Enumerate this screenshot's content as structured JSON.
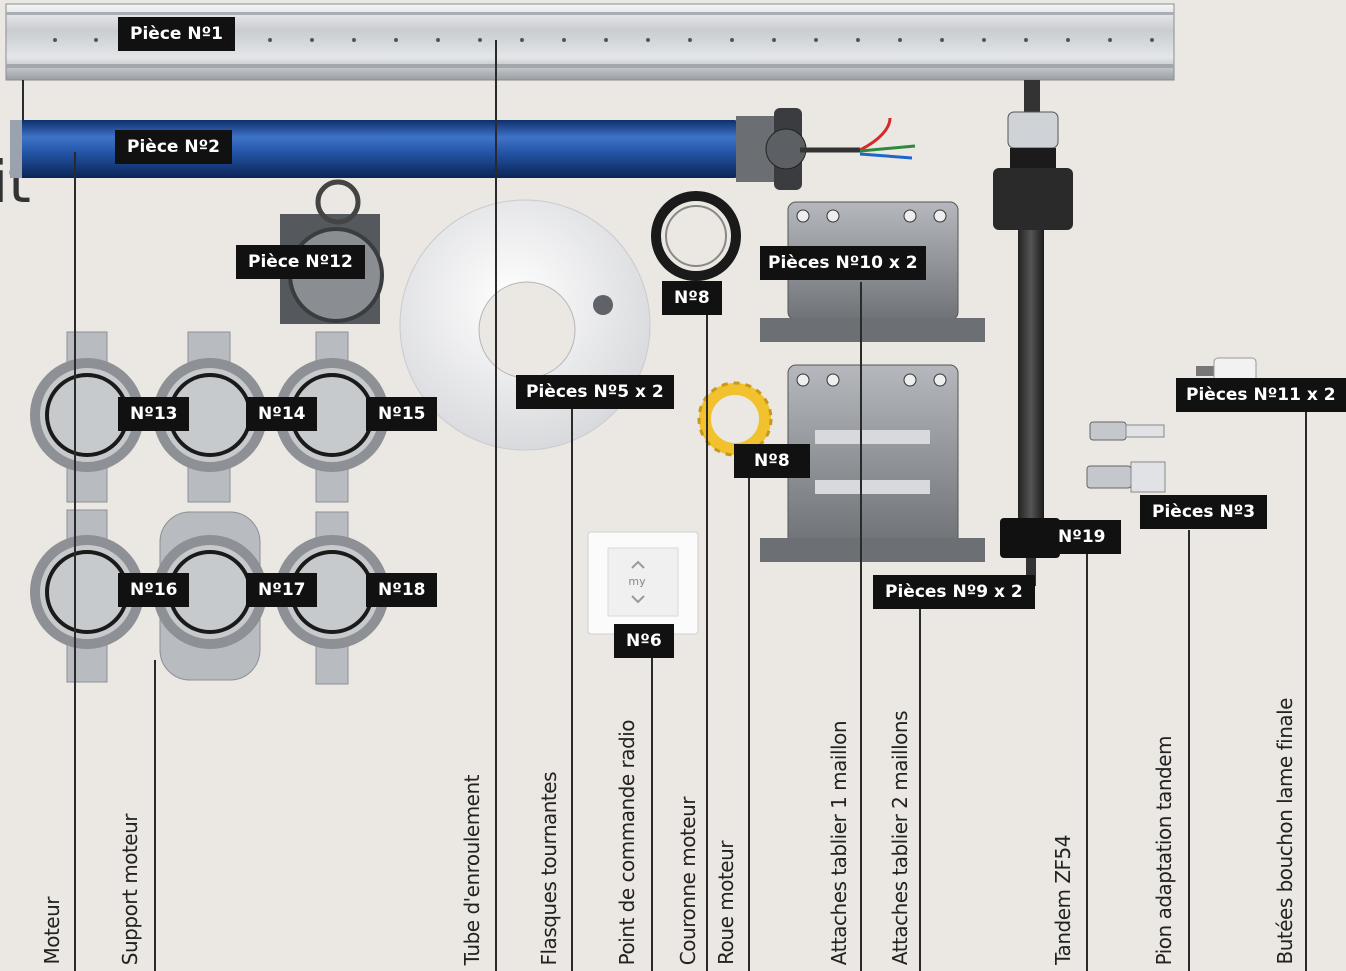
{
  "partial_heading": "it",
  "labels": {
    "p1": "Pièce Nº1",
    "p2": "Pièce Nº2",
    "p12": "Pièce Nº12",
    "p10": "Pièces Nº10 x 2",
    "p8a": "Nº8",
    "p5": "Pièces Nº5 x 2",
    "p8b": "Nº8",
    "p11": "Pièces Nº11 x 2",
    "p13": "Nº13",
    "p14": "Nº14",
    "p15": "Nº15",
    "p3": "Pièces Nº3",
    "p19": "Nº19",
    "p16": "Nº16",
    "p17": "Nº17",
    "p18": "Nº18",
    "p9": "Pièces Nº9 x 2",
    "p6": "Nº6"
  },
  "remote_text": "my",
  "captions": {
    "moteur": "Moteur",
    "support": "Support moteur",
    "tube": "Tube d'enroulement",
    "flasques": "Flasques tournantes",
    "commande": "Point de commande radio",
    "couronne": "Couronne moteur",
    "roue": "Roue moteur",
    "attache1": "Attaches tablier 1 maillon",
    "attache2": "Attaches tablier 2 maillons",
    "tandem": "Tandem ZF54",
    "pion": "Pion adaptation tandem",
    "butees": "Butées bouchon lame finale"
  },
  "colors": {
    "background": "#ebe7e2",
    "label_bg": "#111111",
    "motor_blue": "#1f4f9e",
    "wheel_yellow": "#f2c12e",
    "metal_grey": "#8c8f94"
  }
}
